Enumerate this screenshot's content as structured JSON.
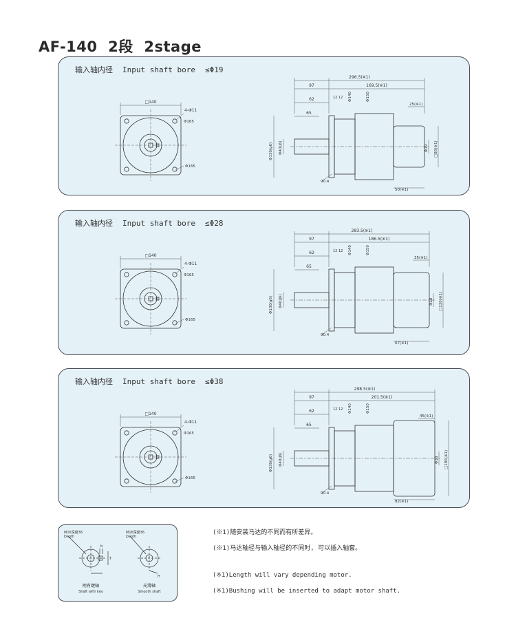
{
  "title": {
    "model": "AF-140",
    "stage_cn": "2段",
    "stage_en": "2stage"
  },
  "panels": [
    {
      "header": {
        "cn": "输入轴内径",
        "en": "Input shaft bore",
        "limit": "≤Φ19"
      },
      "front": {
        "square": "□140",
        "holes": "4-Φ11",
        "pcd1": "Φ165",
        "pcd2": "Φ165"
      },
      "side": {
        "total": "296.5(※1)",
        "d97": "97",
        "right": "169.5(※1)",
        "d62": "62",
        "d12a": "12",
        "d12b": "12",
        "d140": "Φ140",
        "d150": "Φ150",
        "motor_len": "25(※1)",
        "d65": "65",
        "dia130": "Φ130(g6)",
        "dia40": "Φ40(j6)",
        "angle": "90.4",
        "bore": "Φ19",
        "square_r": "□80(※1)",
        "bottom": "50(※1)"
      }
    },
    {
      "header": {
        "cn": "输入轴内径",
        "en": "Input shaft bore",
        "limit": "≤Φ28"
      },
      "front": {
        "square": "□140",
        "holes": "4-Φ11",
        "pcd1": "Φ165",
        "pcd2": "Φ165"
      },
      "side": {
        "total": "283.5(※1)",
        "d97": "97",
        "right": "186.5(※1)",
        "d62": "62",
        "d12a": "12",
        "d12b": "12",
        "d140": "Φ140",
        "d150": "Φ150",
        "motor_len": "35(※1)",
        "d65": "65",
        "dia130": "Φ130(g6)",
        "dia40": "Φ40(j6)",
        "angle": "90.4",
        "bore": "Φ28",
        "square_r": "□130(※1)",
        "bottom": "67(※1)"
      }
    },
    {
      "header": {
        "cn": "输入轴内径",
        "en": "Input shaft bore",
        "limit": "≤Φ38"
      },
      "front": {
        "square": "□140",
        "holes": "4-Φ11",
        "pcd1": "Φ165",
        "pcd2": "Φ165"
      },
      "side": {
        "total": "298.5(※1)",
        "d97": "97",
        "right": "201.5(※1)",
        "d62": "62",
        "d12a": "12",
        "d12b": "12",
        "d140": "Φ140",
        "d150": "Φ150",
        "motor_len": "45(※1)",
        "d65": "65",
        "dia130": "Φ130(g6)",
        "dia40": "Φ40(j6)",
        "angle": "90.4",
        "bore": "Φ38",
        "square_r": "□180(※1)",
        "bottom": "82(※1)"
      }
    }
  ],
  "shaft_detail": {
    "left_label_1": "M16深度36",
    "left_label_2": "Depth",
    "left_caption_cn": "附有键轴",
    "left_caption_en": "Shaft with key",
    "right_label_1": "M16深度36",
    "right_label_2": "Depth",
    "right_caption_cn": "光滑轴",
    "right_caption_en": "Smooth shaft",
    "dim_b": "b",
    "dim_t": "T",
    "dim_h": "H"
  },
  "notes": {
    "cn1": "(※1)随安装马达的不同而有所差异。",
    "cn2": "(※1)马达轴径与输入轴径的不同时, 可以插入轴套。",
    "en1": "(※1)Length will vary depending motor.",
    "en2": "(※1)Bushing will be inserted to adapt motor shaft."
  },
  "colors": {
    "panel_bg": "#e4f1f7",
    "border": "#4a4f55",
    "line": "#333333",
    "dim": "#555555"
  }
}
